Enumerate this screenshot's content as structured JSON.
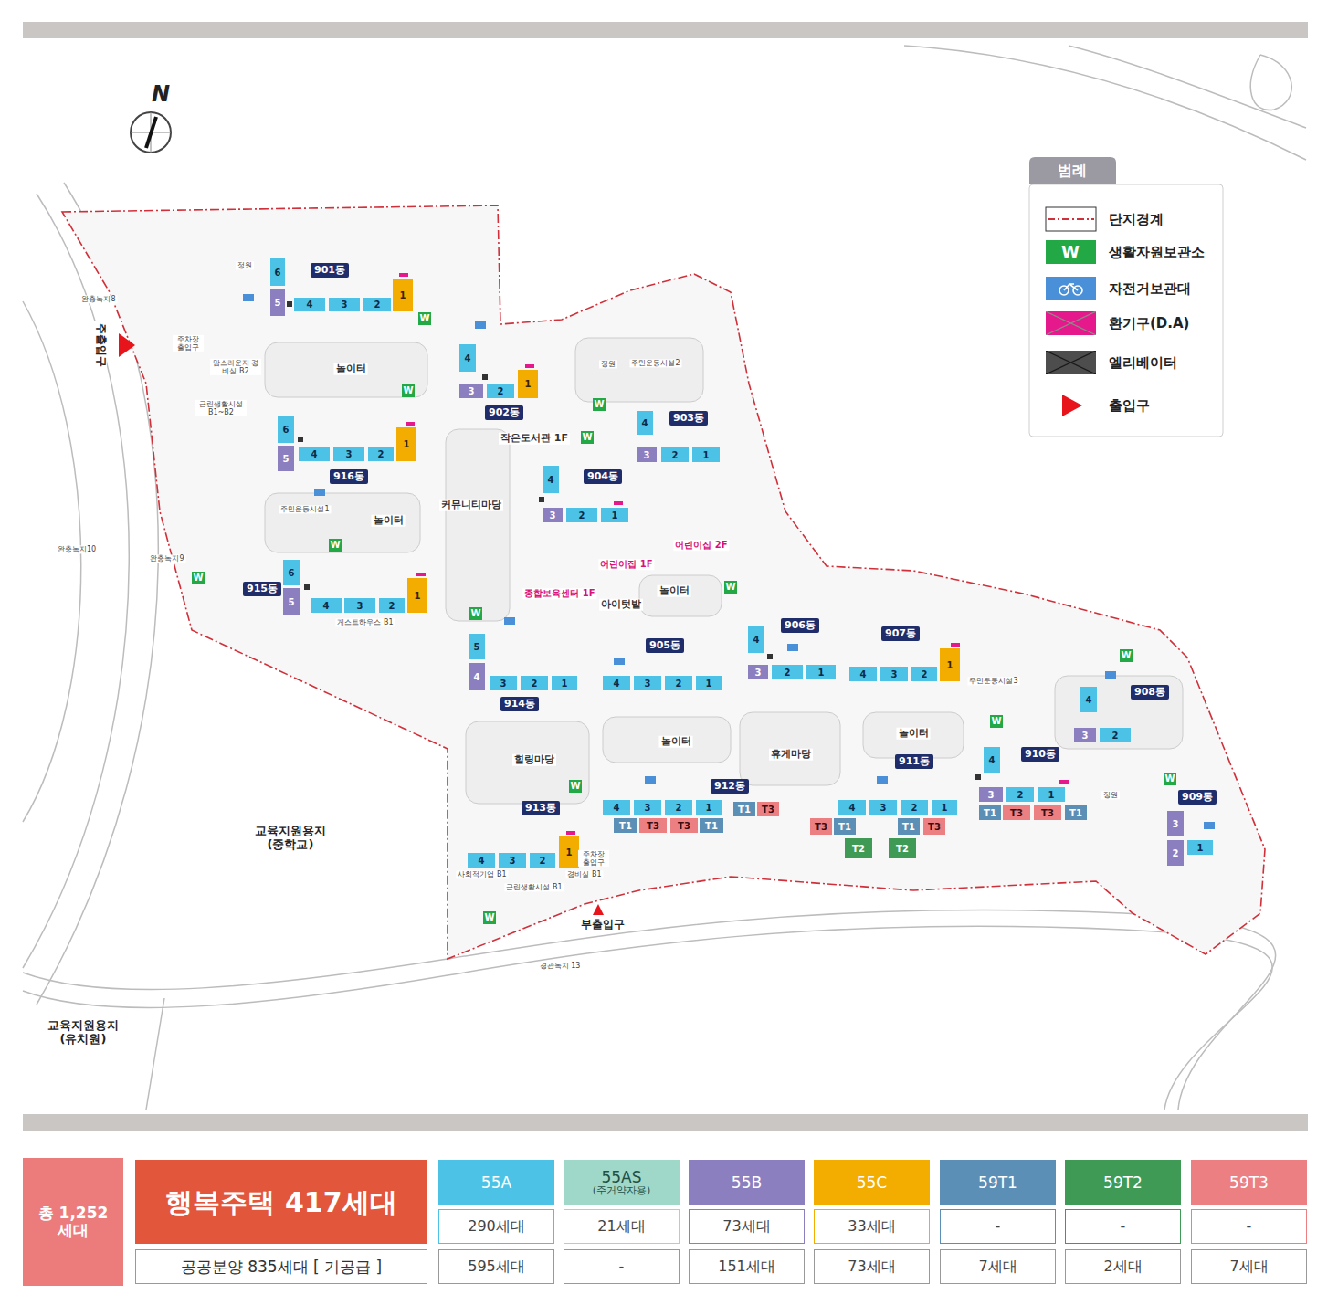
{
  "diagram": {
    "nodes": [
      {
        "text": [
          "901동"
        ]
      },
      {
        "text": [
          "6"
        ]
      },
      {
        "text": [
          "5"
        ]
      },
      {
        "text": [
          "4"
        ]
      },
      {
        "text": [
          "3"
        ]
      },
      {
        "text": [
          "2"
        ]
      },
      {
        "text": [
          "1"
        ]
      },
      {
        "text": [
          "902동"
        ]
      },
      {
        "text": [
          "4"
        ]
      },
      {
        "text": [
          "3"
        ]
      },
      {
        "text": [
          "2"
        ]
      },
      {
        "text": [
          "1"
        ]
      },
      {
        "text": [
          "903동"
        ]
      },
      {
        "text": [
          "4"
        ]
      },
      {
        "text": [
          "3"
        ]
      },
      {
        "text": [
          "2"
        ]
      },
      {
        "text": [
          "1"
        ]
      },
      {
        "text": [
          "916동"
        ]
      },
      {
        "text": [
          "6"
        ]
      },
      {
        "text": [
          "5"
        ]
      },
      {
        "text": [
          "4"
        ]
      },
      {
        "text": [
          "3"
        ]
      },
      {
        "text": [
          "2"
        ]
      },
      {
        "text": [
          "1"
        ]
      },
      {
        "text": [
          "904동"
        ]
      },
      {
        "text": [
          "4"
        ]
      },
      {
        "text": [
          "3"
        ]
      },
      {
        "text": [
          "2"
        ]
      },
      {
        "text": [
          "1"
        ]
      },
      {
        "text": [
          "915동"
        ]
      },
      {
        "text": [
          "6"
        ]
      },
      {
        "text": [
          "5"
        ]
      },
      {
        "text": [
          "4"
        ]
      },
      {
        "text": [
          "3"
        ]
      },
      {
        "text": [
          "2"
        ]
      },
      {
        "text": [
          "1"
        ]
      },
      {
        "text": [
          "906동"
        ]
      },
      {
        "text": [
          "4"
        ]
      },
      {
        "text": [
          "3"
        ]
      },
      {
        "text": [
          "2"
        ]
      },
      {
        "text": [
          "1"
        ]
      },
      {
        "text": [
          "907동"
        ]
      },
      {
        "text": [
          "4"
        ]
      },
      {
        "text": [
          "3"
        ]
      },
      {
        "text": [
          "2"
        ]
      },
      {
        "text": [
          "1"
        ]
      },
      {
        "text": [
          "905동"
        ]
      },
      {
        "text": [
          "4"
        ]
      },
      {
        "text": [
          "3"
        ]
      },
      {
        "text": [
          "2"
        ]
      },
      {
        "text": [
          "1"
        ]
      },
      {
        "text": [
          "908동"
        ]
      },
      {
        "text": [
          "4"
        ]
      },
      {
        "text": [
          "3"
        ]
      },
      {
        "text": [
          "2"
        ]
      },
      {
        "text": [
          "914동"
        ]
      },
      {
        "text": [
          "5"
        ]
      },
      {
        "text": [
          "4"
        ]
      },
      {
        "text": [
          "3"
        ]
      },
      {
        "text": [
          "2"
        ]
      },
      {
        "text": [
          "1"
        ]
      },
      {
        "text": [
          "910동"
        ]
      },
      {
        "text": [
          "4"
        ]
      },
      {
        "text": [
          "3"
        ]
      },
      {
        "text": [
          "2"
        ]
      },
      {
        "text": [
          "1"
        ]
      },
      {
        "text": [
          "T1"
        ]
      },
      {
        "text": [
          "T3"
        ]
      },
      {
        "text": [
          "T3"
        ]
      },
      {
        "text": [
          "T1"
        ]
      },
      {
        "text": [
          "911동"
        ]
      },
      {
        "text": [
          "4"
        ]
      },
      {
        "text": [
          "3"
        ]
      },
      {
        "text": [
          "2"
        ]
      },
      {
        "text": [
          "1"
        ]
      },
      {
        "text": [
          "T3"
        ]
      },
      {
        "text": [
          "T1"
        ]
      },
      {
        "text": [
          "T1"
        ]
      },
      {
        "text": [
          "T3"
        ]
      },
      {
        "text": [
          "T2"
        ]
      },
      {
        "text": [
          "T2"
        ]
      },
      {
        "text": [
          "912동"
        ]
      },
      {
        "text": [
          "4"
        ]
      },
      {
        "text": [
          "3"
        ]
      },
      {
        "text": [
          "2"
        ]
      },
      {
        "text": [
          "1"
        ]
      },
      {
        "text": [
          "T1"
        ]
      },
      {
        "text": [
          "T3"
        ]
      },
      {
        "text": [
          "T1"
        ]
      },
      {
        "text": [
          "T3"
        ]
      },
      {
        "text": [
          "T3"
        ]
      },
      {
        "text": [
          "T1"
        ]
      },
      {
        "text": [
          "909동"
        ]
      },
      {
        "text": [
          "3"
        ]
      },
      {
        "text": [
          "2"
        ]
      },
      {
        "text": [
          "1"
        ]
      },
      {
        "text": [
          "913동"
        ]
      },
      {
        "text": [
          "4"
        ]
      },
      {
        "text": [
          "3"
        ]
      },
      {
        "text": [
          "2"
        ]
      },
      {
        "text": [
          "1"
        ]
      },
      {
        "text": [
          "총 1,252세대"
        ]
      },
      {
        "text": [
          "행복주택 417세대"
        ]
      },
      {
        "text": [
          "55A"
        ]
      },
      {
        "text": [
          "55AS",
          "(주거약자용)"
        ]
      },
      {
        "text": [
          "55B"
        ]
      },
      {
        "text": [
          "55C"
        ]
      },
      {
        "text": [
          "59T1"
        ]
      },
      {
        "text": [
          "59T2"
        ]
      },
      {
        "text": [
          "59T3"
        ]
      },
      {
        "text": [
          "290세대"
        ]
      },
      {
        "text": [
          "21세대"
        ]
      },
      {
        "text": [
          "73세대"
        ]
      },
      {
        "text": [
          "33세대"
        ]
      },
      {
        "text": [
          "-"
        ]
      },
      {
        "text": [
          "-"
        ]
      },
      {
        "text": [
          "-"
        ]
      },
      {
        "text": [
          "공공분양 835세대 [ 기공급 ]"
        ]
      },
      {
        "text": [
          "595세대"
        ]
      },
      {
        "text": [
          "-"
        ]
      },
      {
        "text": [
          "151세대"
        ]
      },
      {
        "text": [
          "73세대"
        ]
      },
      {
        "text": [
          "7세대"
        ]
      },
      {
        "text": [
          "2세대"
        ]
      },
      {
        "text": [
          "7세대"
        ]
      }
    ],
    "labels": [
      "범례",
      "W",
      "N",
      "놀이터",
      "놀이터",
      "커뮤니티마당",
      "작은도서관 1F",
      "어린이집 2F",
      "어린이집 1F",
      "종합보육센터 1F",
      "놀이터",
      "아이텃밭",
      "놀이터",
      "휴게마당",
      "힐링마당",
      "놀이터",
      "교육지원용지 (중학교)",
      "교육지원용지 (유치원)",
      "주출입구",
      "부출입구",
      "경관녹지 13",
      "완충녹지8",
      "완충녹지9",
      "완충녹지10",
      "주민운동시설1",
      "주민운동시설2",
      "주민운동시설3",
      "맘스라운지 경비실 B2",
      "근린생활시설 B1~B2",
      "게스트하우스 B1",
      "사회적기업 B1",
      "근린생활시설 B1",
      "경비실 B1",
      "주차장 출입구",
      "주차장 출입구",
      "정원",
      "정원",
      "정원",
      "W",
      "W",
      "W",
      "W",
      "W",
      "W",
      "W",
      "W",
      "W",
      "W",
      "W",
      "W",
      "W"
    ],
    "legend": [
      {
        "text": "단지경계"
      },
      {
        "text": "생활자원보관소",
        "color": "#22a845"
      },
      {
        "text": "자전거보관대",
        "color": "#4a90d9"
      },
      {
        "text": "환기구(D.A)",
        "color": "#e5198b"
      },
      {
        "text": "엘리베이터",
        "color": "#4d4d4d"
      },
      {
        "text": "출입구"
      }
    ]
  }
}
